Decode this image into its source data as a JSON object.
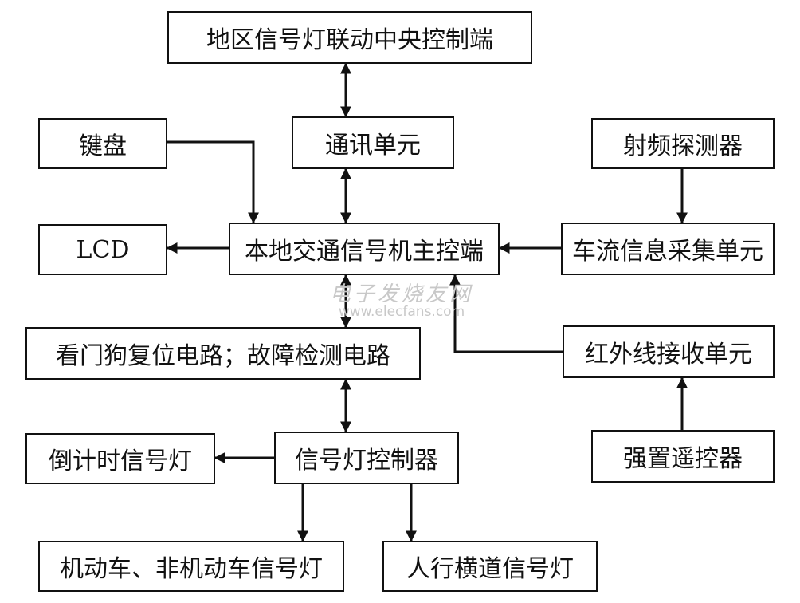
{
  "nodes": {
    "regional_center": "地区信号灯联动中央控制端",
    "comm_unit": "通讯单元",
    "keyboard": "键盘",
    "rf_detector": "射频探测器",
    "lcd": "LCD",
    "local_master": "本地交通信号机主控端",
    "traffic_flow_unit": "车流信息采集单元",
    "watchdog": "看门狗复位电路；故障检测电路",
    "ir_receiver": "红外线接收单元",
    "countdown_light": "倒计时信号灯",
    "light_controller": "信号灯控制器",
    "remote_control": "强置遥控器",
    "vehicle_lights": "机动车、非机动车信号灯",
    "crosswalk_lights": "人行横道信号灯"
  },
  "edges": [
    {
      "from": "regional_center",
      "to": "comm_unit",
      "direction": "both"
    },
    {
      "from": "comm_unit",
      "to": "local_master",
      "direction": "both"
    },
    {
      "from": "keyboard",
      "to": "local_master",
      "direction": "forward"
    },
    {
      "from": "rf_detector",
      "to": "traffic_flow_unit",
      "direction": "forward"
    },
    {
      "from": "traffic_flow_unit",
      "to": "local_master",
      "direction": "forward"
    },
    {
      "from": "local_master",
      "to": "lcd",
      "direction": "forward"
    },
    {
      "from": "local_master",
      "to": "watchdog",
      "direction": "both"
    },
    {
      "from": "ir_receiver",
      "to": "local_master",
      "direction": "forward"
    },
    {
      "from": "remote_control",
      "to": "ir_receiver",
      "direction": "forward"
    },
    {
      "from": "watchdog",
      "to": "light_controller",
      "direction": "both"
    },
    {
      "from": "light_controller",
      "to": "countdown_light",
      "direction": "forward"
    },
    {
      "from": "light_controller",
      "to": "vehicle_lights",
      "direction": "forward"
    },
    {
      "from": "light_controller",
      "to": "crosswalk_lights",
      "direction": "forward"
    }
  ],
  "watermark": {
    "text": "电子发烧友网",
    "url": "www.elecfans.com"
  }
}
